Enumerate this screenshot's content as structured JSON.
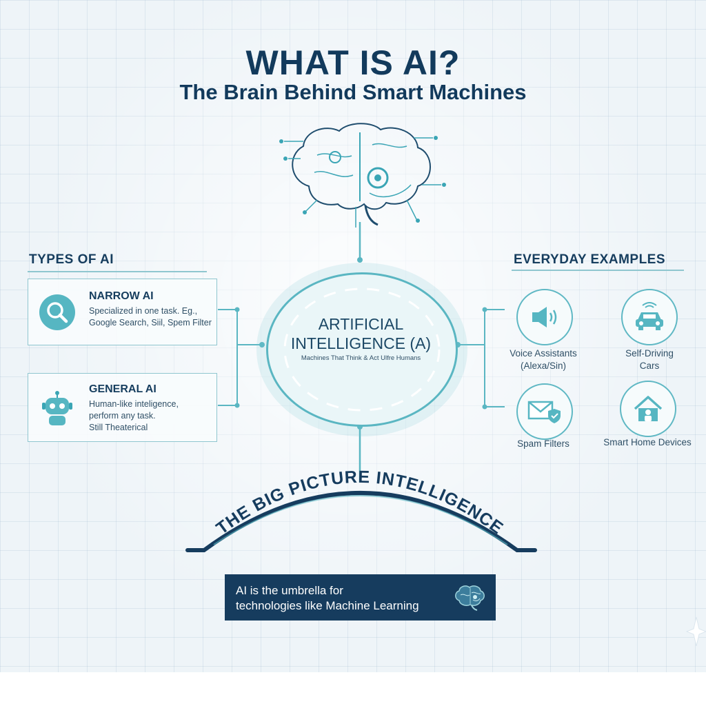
{
  "title": "WHAT IS AI?",
  "subtitle": "The Brain Behind Smart Machines",
  "types": {
    "heading": "TYPES OF AI",
    "cards": [
      {
        "title": "NARROW AI",
        "lines": [
          "Specialized in one task. Eg.,",
          "Google Search, Siil, Spem Filter"
        ],
        "icon": "search-icon"
      },
      {
        "title": "GENERAL AI",
        "lines": [
          "Human-like inteligence,",
          "perform any task.",
          "Still Theaterical"
        ],
        "icon": "robot-icon"
      }
    ]
  },
  "center": {
    "line1": "ARTIFICIAL",
    "line2": "INTELLIGENCE (A)",
    "tagline": "Machines That Think & Act Ulfre Humans"
  },
  "examples": {
    "heading": "EVERYDAY EXAMPLES",
    "items": [
      {
        "lines": [
          "Voice Assistants",
          "(Alexa/Sin)"
        ],
        "icon": "speaker-icon"
      },
      {
        "lines": [
          "Self-Driving",
          "Cars"
        ],
        "icon": "car-icon"
      },
      {
        "lines": [
          "Spam Filters"
        ],
        "icon": "mail-shield-icon"
      },
      {
        "lines": [
          "Smart Home Devices"
        ],
        "icon": "smart-home-icon"
      }
    ]
  },
  "arc_text": "THE BIG PICTURE INTELLIGENCE",
  "banner": {
    "line1": "AI is the umbrella for",
    "line2": "technologies like Machine Learning"
  },
  "colors": {
    "navy": "#123a5c",
    "teal": "#5ab6c2",
    "teal_light": "#8fc6cf",
    "background": "#eef4f8"
  }
}
